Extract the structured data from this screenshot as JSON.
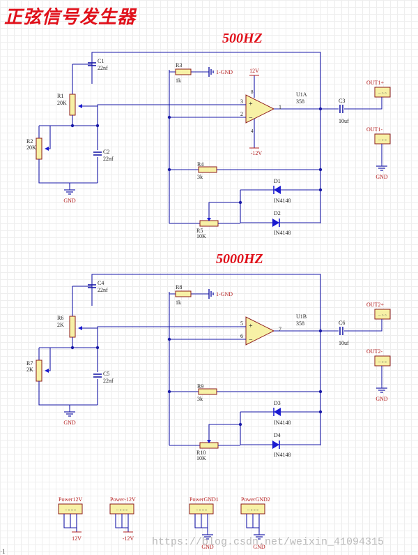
{
  "title": "正弦信号发生器",
  "circuits": [
    {
      "freq": "500HZ",
      "c_top": {
        "ref": "C1",
        "value": "22nf"
      },
      "r_pot": {
        "ref": "R1",
        "value": "20K"
      },
      "r_tune": {
        "ref": "R2",
        "value": "20K"
      },
      "c_shunt": {
        "ref": "C2",
        "value": "22nf"
      },
      "r_gnd": {
        "ref": "R3",
        "value": "1k"
      },
      "gnd_label": "1-GND",
      "opamp": {
        "ref": "U1A",
        "part": "358",
        "pin_ninv": "3",
        "pin_inv": "2",
        "pin_out": "1",
        "pin_vcc": "8",
        "pin_vee": "4",
        "vcc": "12V",
        "vee": "-12V"
      },
      "c_out": {
        "ref": "C3",
        "value": "10uf"
      },
      "r_fb": {
        "ref": "R4",
        "value": "3k"
      },
      "d1": {
        "ref": "D1",
        "part": "IN4148"
      },
      "d2": {
        "ref": "D2",
        "part": "IN4148"
      },
      "r_fb_pot": {
        "ref": "R5",
        "value": "10K"
      },
      "out_pos": "OUT1+",
      "out_neg": "OUT1-",
      "gnd": "GND"
    },
    {
      "freq": "5000HZ",
      "c_top": {
        "ref": "C4",
        "value": "22nf"
      },
      "r_pot": {
        "ref": "R6",
        "value": "2K"
      },
      "r_tune": {
        "ref": "R7",
        "value": "2K"
      },
      "c_shunt": {
        "ref": "C5",
        "value": "22nf"
      },
      "r_gnd": {
        "ref": "R8",
        "value": "1k"
      },
      "gnd_label": "1-GND",
      "opamp": {
        "ref": "U1B",
        "part": "358",
        "pin_ninv": "5",
        "pin_inv": "6",
        "pin_out": "7"
      },
      "c_out": {
        "ref": "C6",
        "value": "10uf"
      },
      "r_fb": {
        "ref": "R9",
        "value": "3k"
      },
      "d1": {
        "ref": "D3",
        "part": "IN4148"
      },
      "d2": {
        "ref": "D4",
        "part": "IN4148"
      },
      "r_fb_pot": {
        "ref": "R10",
        "value": "10K"
      },
      "out_pos": "OUT2+",
      "out_neg": "OUT2-",
      "gnd": "GND"
    }
  ],
  "power_connectors": [
    {
      "name": "Power12V",
      "net": "12V"
    },
    {
      "name": "Power-12V",
      "net": "-12V"
    },
    {
      "name": "PowerGND1",
      "net": "GND"
    },
    {
      "name": "PowerGND2",
      "net": "GND"
    }
  ],
  "watermark": "https://blog.csdn.net/weixin_41094315",
  "corner_mark": "·1",
  "colors": {
    "wire": "#1a1aa8",
    "part_outline": "#8b1a1a",
    "part_fill": "#f7f1a6",
    "net_label": "#b52020",
    "text": "#222222",
    "title": "#e0101a",
    "diode_fill": "#1a1ad0"
  }
}
